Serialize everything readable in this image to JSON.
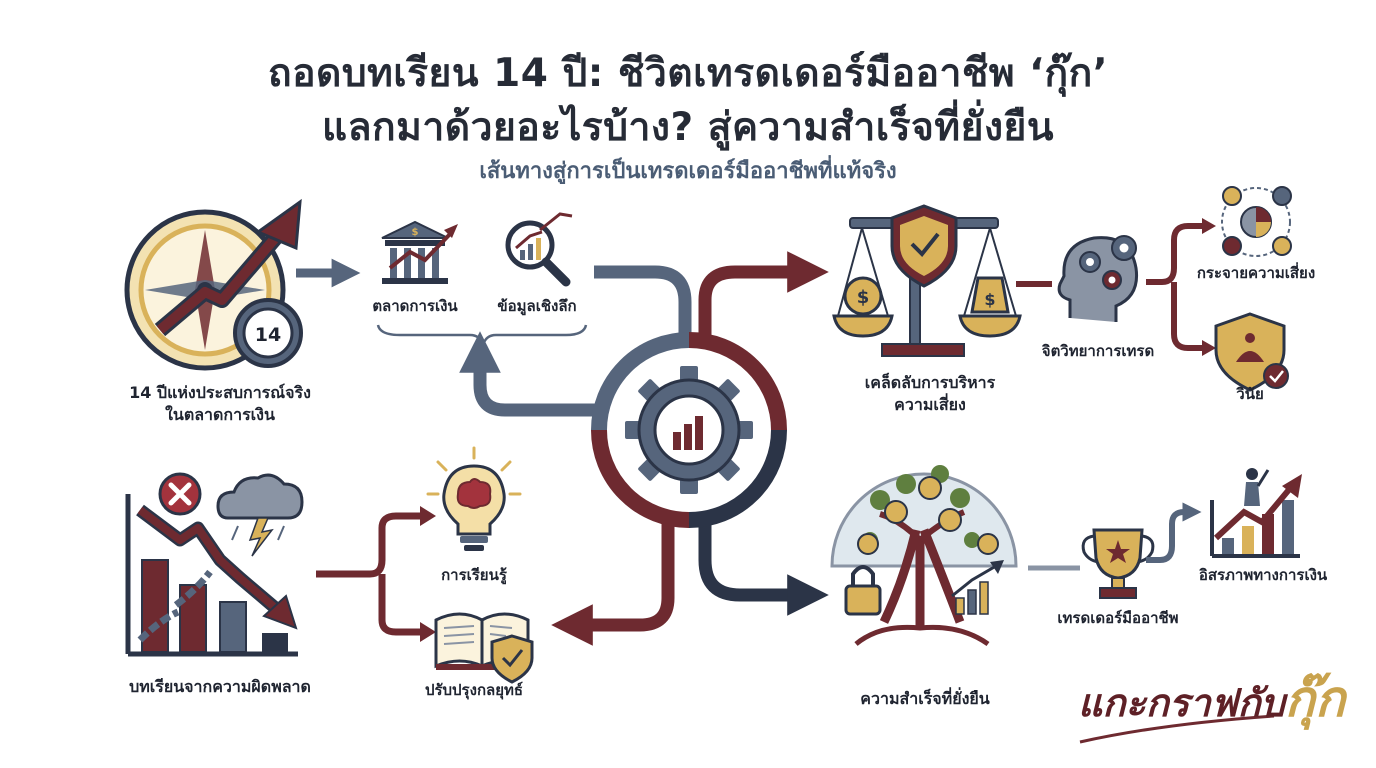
{
  "title": {
    "line1": "ถอดบทเรียน 14 ปี: ชีวิตเทรดเดอร์มืออาชีพ ‘กุ๊ก’",
    "line2": "แลกมาด้วยอะไรบ้าง? สู่ความสำเร็จที่ยั่งยืน"
  },
  "subtitle": "เส้นทางสู่การเป็นเทรดเดอร์มืออาชีพที่แท้จริง",
  "experience": {
    "label_line1": "14 ปีแห่งประสบการณ์จริง",
    "label_line2": "ในตลาดการเงิน",
    "clock_number": "14"
  },
  "market": {
    "financial_market": "ตลาดการเงิน",
    "deep_data": "ข้อมูลเชิงลึก"
  },
  "mistakes": {
    "label": "บทเรียนจากความผิดพลาด",
    "learning": "การเรียนรู้",
    "strategy": "ปรับปรุงกลยุทธ์"
  },
  "risk": {
    "label_line1": "เคล็ดลับการบริหาร",
    "label_line2": "ความเสี่ยง",
    "psychology": "จิตวิทยาการเทรด",
    "diversify": "กระจายความเสี่ยง",
    "discipline": "วินัย"
  },
  "success": {
    "label": "ความสำเร็จที่ยั่งยืน",
    "pro_trader": "เทรดเดอร์มืออาชีพ",
    "freedom": "อิสรภาพทางการเงิน"
  },
  "brand": {
    "text": "แกะกราฟกับ",
    "accent": "กุ๊ก"
  },
  "colors": {
    "navy": "#2b3447",
    "slate": "#56657c",
    "maroon": "#6e2a30",
    "gold": "#d9b25a",
    "light_gold": "#ecd9a6",
    "gray": "#8a94a4",
    "green": "#5f7f3f"
  }
}
